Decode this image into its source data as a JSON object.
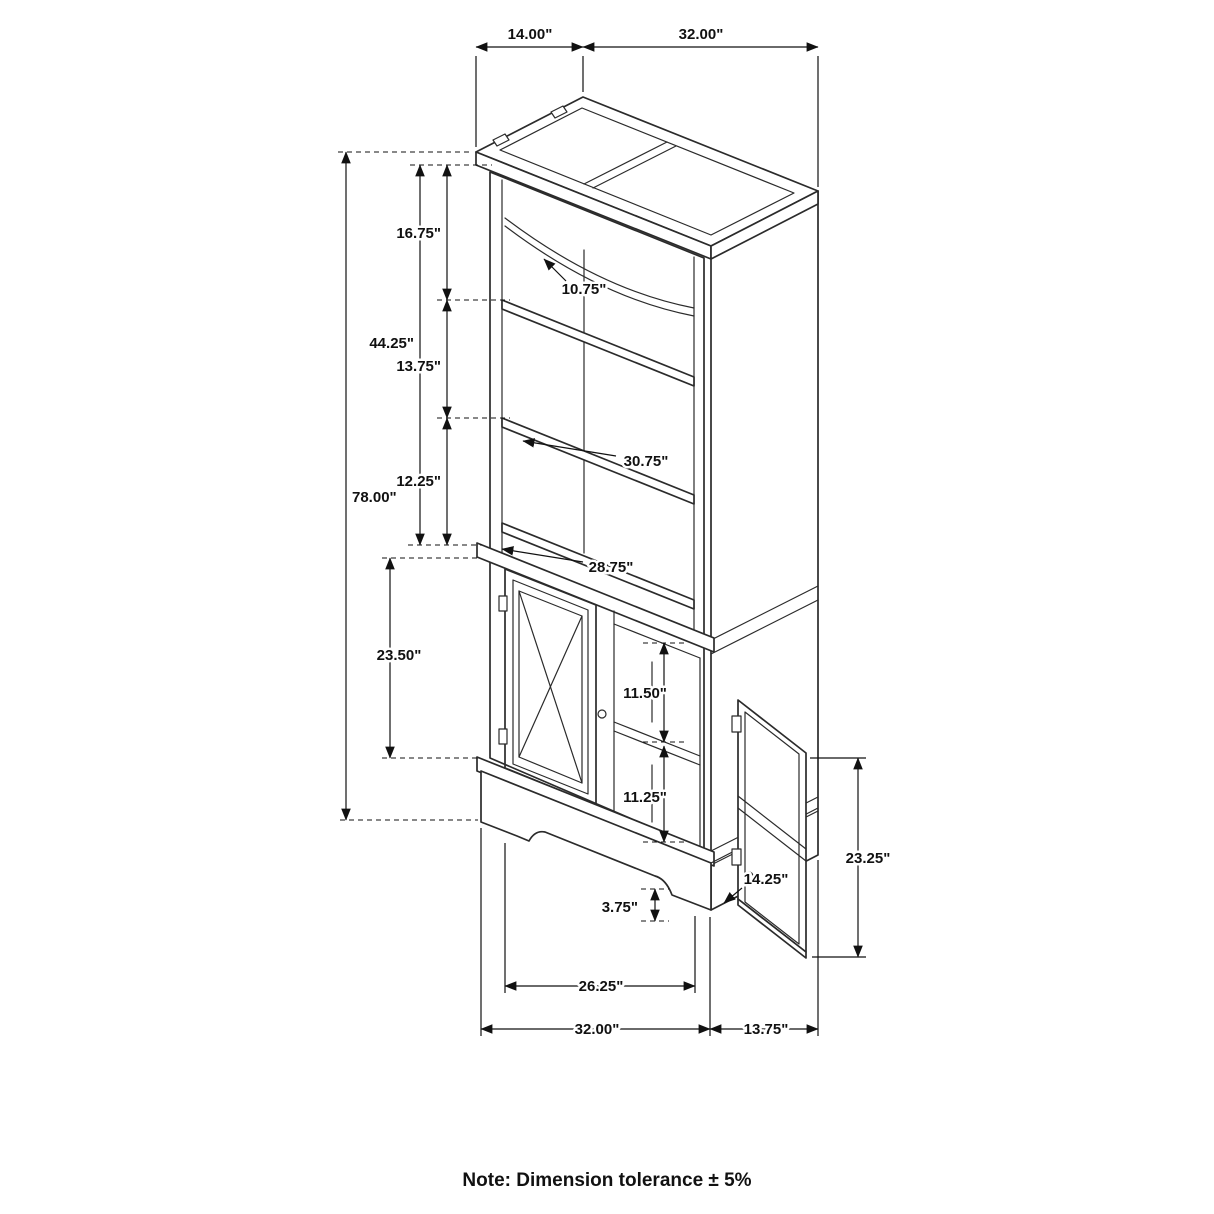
{
  "note": "Note: Dimension tolerance ± 5%",
  "diagram": {
    "type": "furniture-dimension-drawing",
    "subject": "bookcase hutch with lower two-door cabinet",
    "dimensions": {
      "top_depth": "14.00\"",
      "top_width": "32.00\"",
      "shelf_opening_1": "16.75\"",
      "upper_section_height": "44.25\"",
      "shelf_opening_2": "13.75\"",
      "shelf_opening_3": "12.25\"",
      "overall_height": "78.00\"",
      "top_shelf_depth": "10.75\"",
      "shelf_width": "30.75\"",
      "interior_width": "28.75\"",
      "door_section_height": "23.50\"",
      "door_opening_upper": "11.50\"",
      "door_opening_lower": "11.25\"",
      "open_door_height": "23.25\"",
      "door_width": "14.25\"",
      "base_strip_height": "3.75\"",
      "feet_inner_span": "26.25\"",
      "overall_width": "32.00\"",
      "overall_depth": "13.75\""
    }
  }
}
